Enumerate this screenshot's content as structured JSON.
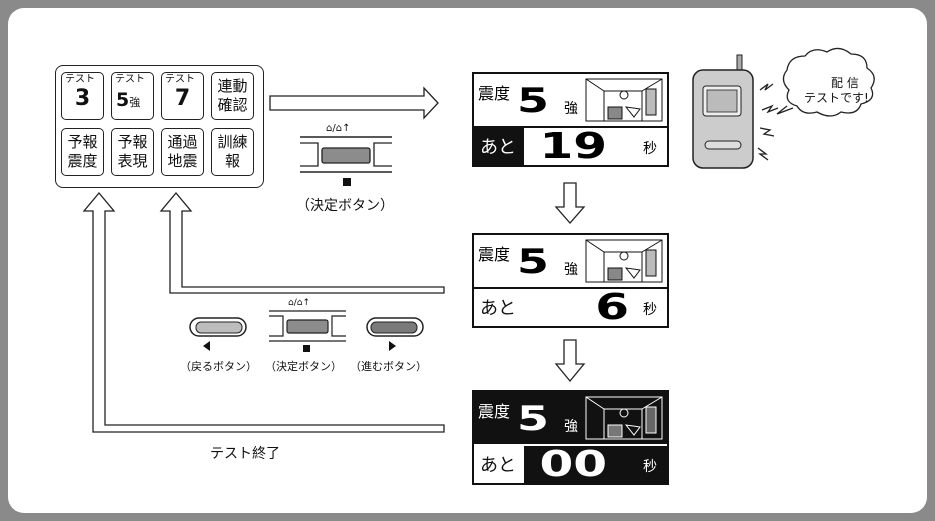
{
  "menu": {
    "buttons": [
      {
        "top": "テスト",
        "main": "3"
      },
      {
        "top": "テスト",
        "main": "5",
        "suffix": "強"
      },
      {
        "top": "テスト",
        "main": "7"
      },
      {
        "line1": "連動",
        "line2": "確認"
      },
      {
        "line1": "予報",
        "line2": "震度"
      },
      {
        "line1": "予報",
        "line2": "表現"
      },
      {
        "line1": "通過",
        "line2": "地震"
      },
      {
        "line1": "訓練",
        "line2": "報"
      }
    ]
  },
  "controls": {
    "decide_label": "（決定ボタン）",
    "back_label": "（戻るボタン）",
    "forward_label": "（進むボタン）",
    "icon_label": "⌂/⌂↑"
  },
  "displays": [
    {
      "shindo_label": "震度",
      "intensity": "5",
      "suffix": "強",
      "remaining_label": "あと",
      "seconds": "19",
      "unit": "秒"
    },
    {
      "shindo_label": "震度",
      "intensity": "5",
      "suffix": "強",
      "remaining_label": "あと",
      "seconds": "6",
      "unit": "秒"
    },
    {
      "shindo_label": "震度",
      "intensity": "5",
      "suffix": "強",
      "remaining_label": "あと",
      "seconds": "00",
      "unit": "秒"
    }
  ],
  "phone_bubble": {
    "line1": "配 信",
    "line2": "テストです!"
  },
  "end_label": "テスト終了"
}
